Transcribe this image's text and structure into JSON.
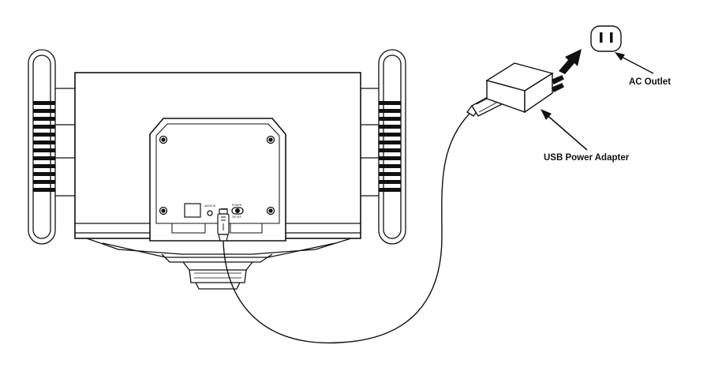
{
  "labels": {
    "ac_outlet": "AC Outlet",
    "usb_power_adapter": "USB Power Adapter",
    "panel_audio_in": "AUDIO IN",
    "panel_power": "POWER",
    "panel_switch": "ON OFF"
  },
  "colors": {
    "line": "#111111",
    "background": "#ffffff",
    "arrow_fill": "#111111"
  },
  "icons": {
    "outlet": "ac-outlet-icon",
    "adapter": "usb-adapter-icon",
    "device": "robot-device-icon",
    "plug": "usb-plug-icon"
  }
}
